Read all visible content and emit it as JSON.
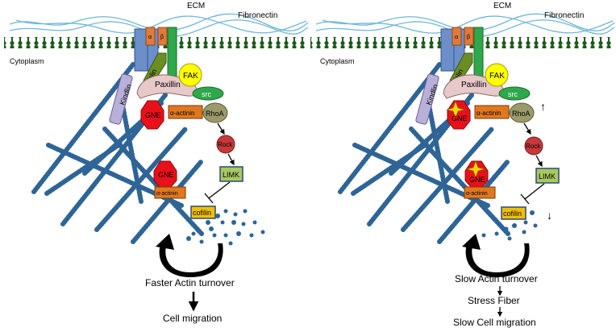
{
  "left_panel": {
    "ecm": "ECM",
    "fibronectin": "Fibronectin",
    "cytoplasm": "Cytoplasm",
    "alpha": "α",
    "beta": "β",
    "talin": "Talin",
    "kindlin": "Kindlin",
    "paxillin": "Paxillin",
    "fak": "FAK",
    "src": "src",
    "gne_top": "GNE",
    "actinin_top": "α-actinin",
    "rhoa": "RhoA",
    "rock": "Rock",
    "limk": "LIMK",
    "gne_bottom": "GNE",
    "actinin_bottom": "α-actinin",
    "cofilin": "cofilin",
    "turnover": "Faster Actin turnover",
    "outcome": "Cell migration"
  },
  "right_panel": {
    "ecm": "ECM",
    "fibronectin": "Fibronectin",
    "cytoplasm": "Cytoplasm",
    "alpha": "α",
    "beta": "β",
    "talin": "Talin",
    "kindlin": "Kindlin",
    "paxillin": "Paxillin",
    "fak": "FAK",
    "src": "src",
    "gne_top": "GNE",
    "actinin_top": "α-actinin",
    "rhoa": "RhoA",
    "rock": "Rock",
    "limk": "LIMK",
    "gne_bottom": "GNE",
    "actinin_bottom": "α-actinin",
    "cofilin": "cofilin",
    "turnover": "Slow Actin turnover",
    "stress_fiber": "Stress Fiber",
    "outcome": "Slow Cell migration",
    "arrow_up": "↑",
    "arrow_down": "↓"
  },
  "colors": {
    "membrane": "#1e5a1e",
    "fibronectin": "#6fb8d8",
    "actin": "#2e6496",
    "integrin_alpha": "#6c8fc9",
    "integrin_beta": "#2ea84a",
    "talin": "#6b8e23",
    "kindlin": "#b8b0d8",
    "paxillin": "#e8c9c9",
    "fak": "#ffff00",
    "src": "#2ea84a",
    "gne": "#e8101a",
    "actinin": "#e07820",
    "rhoa": "#9a9a6a",
    "rock": "#c8393a",
    "limk": "#a8c860",
    "cofilin": "#f0c000"
  }
}
